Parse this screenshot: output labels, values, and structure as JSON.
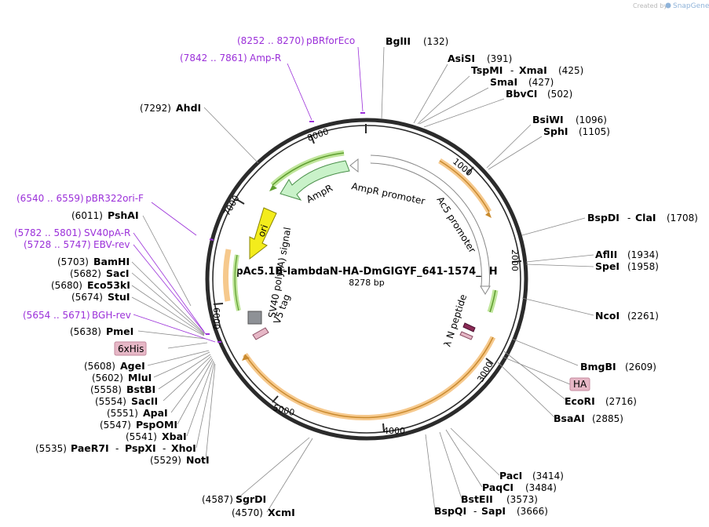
{
  "credit": {
    "prefix": "Created by",
    "brand": "SnapGene"
  },
  "plasmid": {
    "name": "pAc5.1B-lambdaN-HA-DmGIGYF_641-1574_AH",
    "length": "8278 bp"
  },
  "ticks": [
    "1000",
    "2000",
    "3000",
    "4000",
    "5000",
    "6000",
    "7000",
    "8000"
  ],
  "features": {
    "ampr": "AmpR",
    "ampr_promoter": "AmpR promoter",
    "ac5_promoter": "Ac5 promoter",
    "ori": "ori",
    "sv40_polya": "SV40 poly(A) signal",
    "v5_tag": "V5 tag",
    "lambda_n": "λ N peptide",
    "his_tag": "6xHis",
    "ha_tag": "HA"
  },
  "primers": [
    {
      "range": "(8252 .. 8270)",
      "name": "pBRforEco"
    },
    {
      "range": "(7842 .. 7861)",
      "name": "Amp-R"
    },
    {
      "range": "(6540 .. 6559)",
      "name": "pBR322ori-F"
    },
    {
      "range": "(5782 .. 5801)",
      "name": "SV40pA-R"
    },
    {
      "range": "(5728 .. 5747)",
      "name": "EBV-rev"
    },
    {
      "range": "(5654 .. 5671)",
      "name": "BGH-rev"
    }
  ],
  "sites": [
    {
      "name": "BglII",
      "pos": "(132)"
    },
    {
      "name": "AsiSI",
      "pos": "(391)"
    },
    {
      "name": "TspMI",
      "name2": "XmaI",
      "pos": "(425)"
    },
    {
      "name": "SmaI",
      "pos": "(427)"
    },
    {
      "name": "BbvCI",
      "pos": "(502)"
    },
    {
      "name": "BsiWI",
      "pos": "(1096)"
    },
    {
      "name": "SphI",
      "pos": "(1105)"
    },
    {
      "name": "BspDI",
      "name2": "ClaI",
      "pos": "(1708)"
    },
    {
      "name": "AflII",
      "pos": "(1934)"
    },
    {
      "name": "SpeI",
      "pos": "(1958)"
    },
    {
      "name": "NcoI",
      "pos": "(2261)"
    },
    {
      "name": "BmgBI",
      "pos": "(2609)"
    },
    {
      "name": "EcoRI",
      "pos": "(2716)"
    },
    {
      "name": "BsaAI",
      "pos": "(2885)"
    },
    {
      "name": "PacI",
      "pos": "(3414)"
    },
    {
      "name": "PaqCI",
      "pos": "(3484)"
    },
    {
      "name": "BstEII",
      "pos": "(3573)"
    },
    {
      "name": "BspQI",
      "name2": "SapI",
      "pos": "(3666)"
    },
    {
      "name": "SgrDI",
      "pos": "(4587)"
    },
    {
      "name": "XcmI",
      "pos": "(4570)"
    },
    {
      "name": "AhdI",
      "pos": "(7292)"
    },
    {
      "name": "PshAI",
      "pos": "(6011)"
    },
    {
      "name": "BamHI",
      "pos": "(5703)"
    },
    {
      "name": "SacI",
      "pos": "(5682)"
    },
    {
      "name": "Eco53kI",
      "pos": "(5680)"
    },
    {
      "name": "StuI",
      "pos": "(5674)"
    },
    {
      "name": "PmeI",
      "pos": "(5638)"
    },
    {
      "name": "AgeI",
      "pos": "(5608)"
    },
    {
      "name": "MluI",
      "pos": "(5602)"
    },
    {
      "name": "BstBI",
      "pos": "(5558)"
    },
    {
      "name": "SacII",
      "pos": "(5554)"
    },
    {
      "name": "ApaI",
      "pos": "(5551)"
    },
    {
      "name": "PspOMI",
      "pos": "(5547)"
    },
    {
      "name": "XbaI",
      "pos": "(5541)"
    },
    {
      "name": "PaeR7I",
      "name2": "PspXI",
      "name3": "XhoI",
      "pos": "(5535)"
    },
    {
      "name": "NotI",
      "pos": "(5529)"
    }
  ],
  "colors": {
    "backbone": "#2b2b2b",
    "primer": "#9b30d9",
    "cds_orange": "#e8a33a",
    "cds_green": "#7cc043",
    "ampr_fill": "#c9f2c9",
    "ori_fill": "#f3ec1c",
    "tag_fill": "#e6b7c6",
    "lambda_fill": "#8a2a55"
  }
}
